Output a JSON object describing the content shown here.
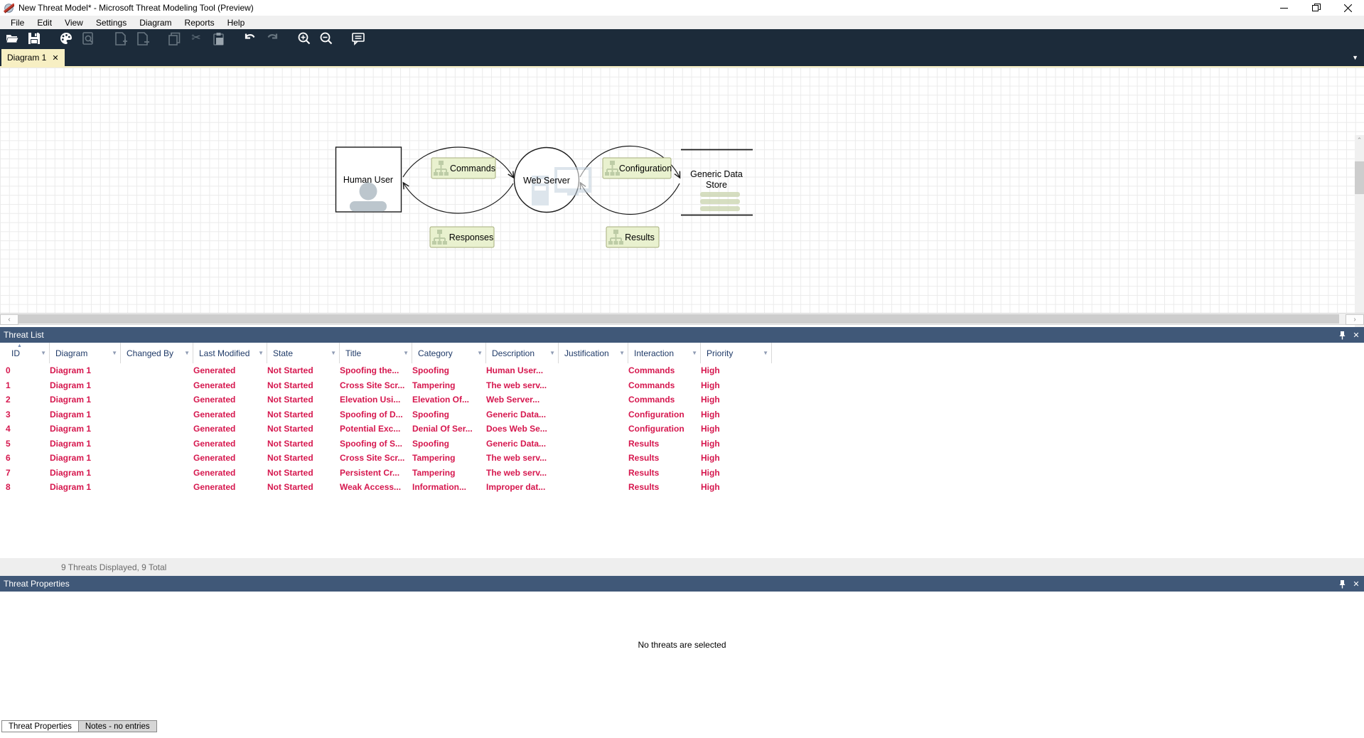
{
  "window": {
    "title": "New Threat Model* - Microsoft Threat Modeling Tool  (Preview)",
    "controls": {
      "minimize": "–",
      "restore": "restore",
      "close": "✕"
    }
  },
  "menu": {
    "items": [
      "File",
      "Edit",
      "View",
      "Settings",
      "Diagram",
      "Reports",
      "Help"
    ]
  },
  "toolbar": {
    "icons": [
      "open",
      "save",
      "stencils",
      "analyze",
      "add-page",
      "remove-page",
      "copy",
      "cut",
      "paste",
      "undo",
      "redo",
      "zoom-in",
      "zoom-out",
      "feedback"
    ]
  },
  "tabs": {
    "active_label": "Diagram 1",
    "close_glyph": "✕"
  },
  "diagram": {
    "nodes": [
      {
        "id": "human-user",
        "label": "Human User",
        "shape": "rectangle"
      },
      {
        "id": "web-server",
        "label": "Web Server",
        "shape": "circle"
      },
      {
        "id": "generic-data-store",
        "label": "Generic Data Store",
        "lines": [
          "Generic Data",
          "Store"
        ],
        "shape": "data-store"
      }
    ],
    "flows": [
      {
        "label": "Commands",
        "from": "human-user",
        "to": "web-server"
      },
      {
        "label": "Responses",
        "from": "web-server",
        "to": "human-user"
      },
      {
        "label": "Configuration",
        "from": "web-server",
        "to": "generic-data-store"
      },
      {
        "label": "Results",
        "from": "generic-data-store",
        "to": "web-server"
      }
    ]
  },
  "threat_list": {
    "title": "Threat List",
    "columns": [
      "ID",
      "Diagram",
      "Changed By",
      "Last Modified",
      "State",
      "Title",
      "Category",
      "Description",
      "Justification",
      "Interaction",
      "Priority"
    ],
    "rows": [
      [
        "0",
        "Diagram 1",
        "",
        "Generated",
        "Not Started",
        "Spoofing the...",
        "Spoofing",
        "Human User...",
        "",
        "Commands",
        "High"
      ],
      [
        "1",
        "Diagram 1",
        "",
        "Generated",
        "Not Started",
        "Cross Site Scr...",
        "Tampering",
        "The web serv...",
        "",
        "Commands",
        "High"
      ],
      [
        "2",
        "Diagram 1",
        "",
        "Generated",
        "Not Started",
        "Elevation Usi...",
        "Elevation Of...",
        "Web Server...",
        "",
        "Commands",
        "High"
      ],
      [
        "3",
        "Diagram 1",
        "",
        "Generated",
        "Not Started",
        "Spoofing of D...",
        "Spoofing",
        "Generic Data...",
        "",
        "Configuration",
        "High"
      ],
      [
        "4",
        "Diagram 1",
        "",
        "Generated",
        "Not Started",
        "Potential Exc...",
        "Denial Of Ser...",
        "Does Web Se...",
        "",
        "Configuration",
        "High"
      ],
      [
        "5",
        "Diagram 1",
        "",
        "Generated",
        "Not Started",
        "Spoofing of S...",
        "Spoofing",
        "Generic Data...",
        "",
        "Results",
        "High"
      ],
      [
        "6",
        "Diagram 1",
        "",
        "Generated",
        "Not Started",
        "Cross Site Scr...",
        "Tampering",
        "The web serv...",
        "",
        "Results",
        "High"
      ],
      [
        "7",
        "Diagram 1",
        "",
        "Generated",
        "Not Started",
        "Persistent Cr...",
        "Tampering",
        "The web serv...",
        "",
        "Results",
        "High"
      ],
      [
        "8",
        "Diagram 1",
        "",
        "Generated",
        "Not Started",
        "Weak Access...",
        "Information...",
        "Improper dat...",
        "",
        "Results",
        "High"
      ]
    ],
    "status": "9 Threats Displayed, 9 Total"
  },
  "threat_properties": {
    "title": "Threat Properties",
    "empty_message": "No threats are selected",
    "tabs": [
      "Threat Properties",
      "Notes - no entries"
    ]
  },
  "colors": {
    "titlebar_bg": "#ffffff",
    "menubar_bg": "#f0f0f0",
    "toolbar_bg": "#1c2b3a",
    "tab_active_bg": "#f7efc3",
    "panel_bar_bg": "#405878",
    "header_text": "#1f3a68",
    "row_text": "#d6174e",
    "flow_label_bg": "#e9f1cf",
    "flow_label_border": "#a6ae7c",
    "priority_high": "#d6174e"
  }
}
